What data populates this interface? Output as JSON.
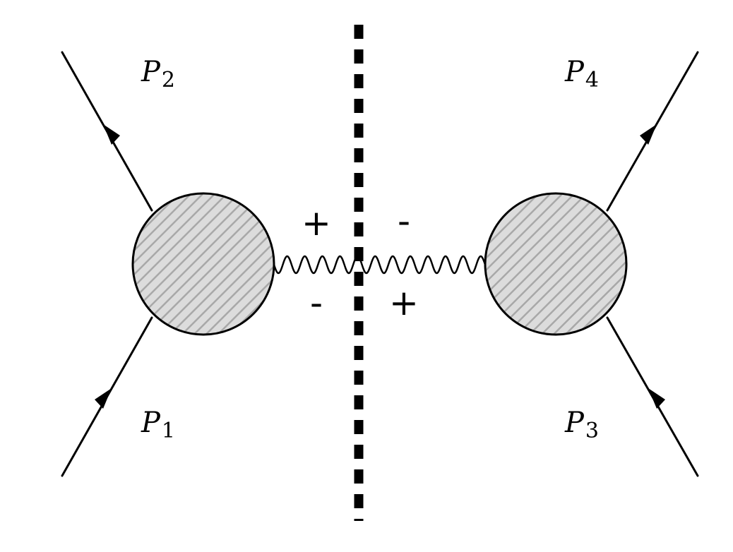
{
  "diagram": {
    "momenta": [
      {
        "symbol": "P",
        "index": "2"
      },
      {
        "symbol": "P",
        "index": "4"
      },
      {
        "symbol": "P",
        "index": "1"
      },
      {
        "symbol": "P",
        "index": "3"
      }
    ],
    "signs": {
      "left_top": "+",
      "left_bottom": "-",
      "right_top": "-",
      "right_bottom": "+"
    },
    "colors": {
      "line": "#000000",
      "blob_fill": "#dcdcdc",
      "hatch": "#a8a8a8"
    }
  }
}
